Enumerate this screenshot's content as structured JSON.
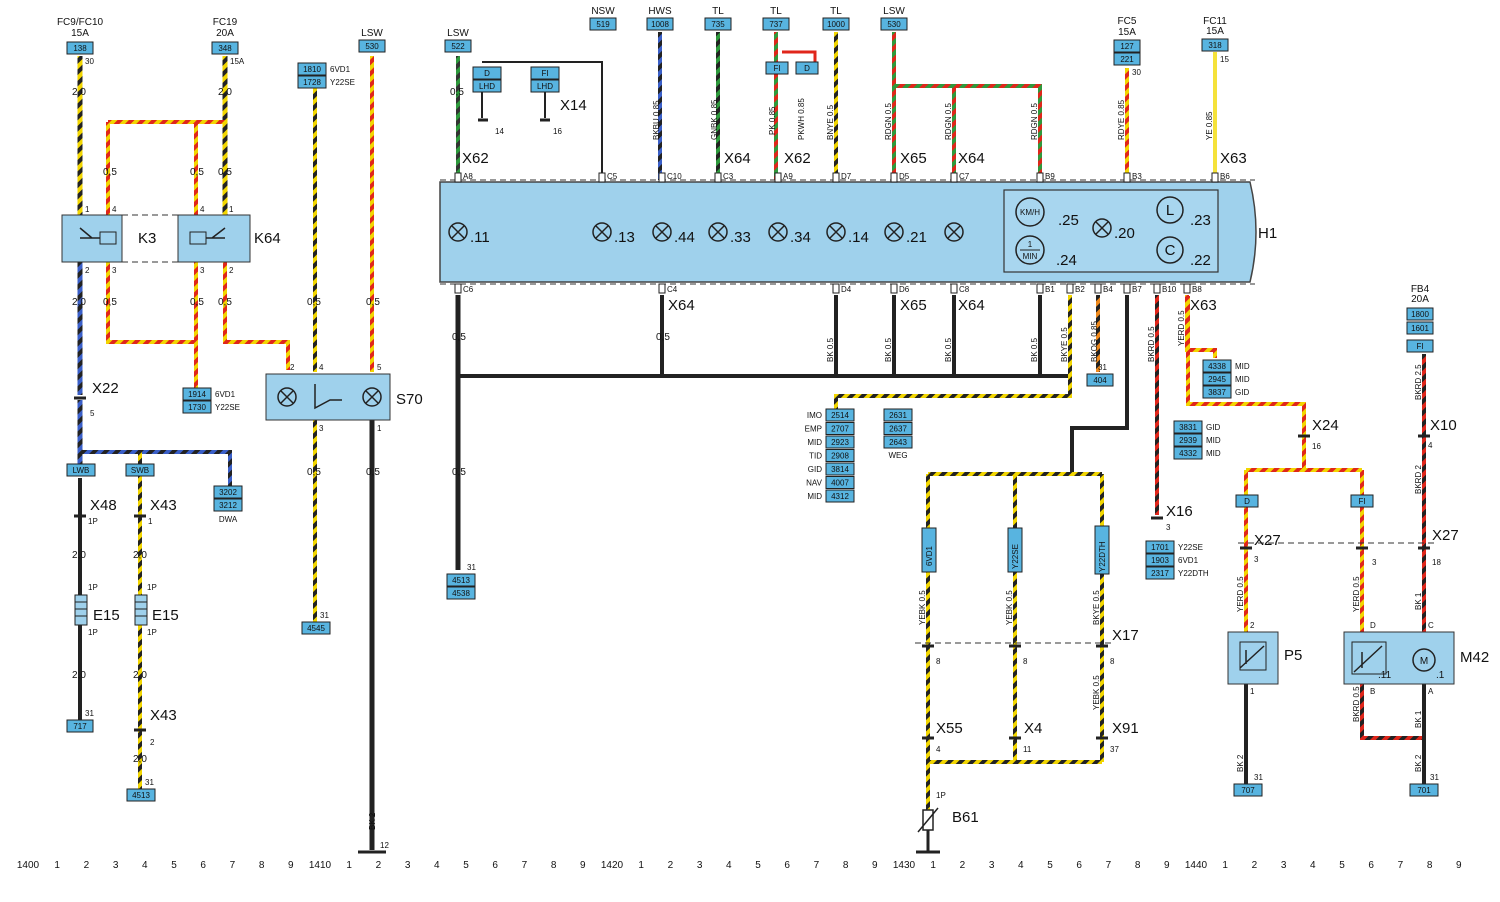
{
  "fuses": [
    {
      "name": "FC9/FC10",
      "amps": "15A",
      "ref": "138",
      "pin": "30"
    },
    {
      "name": "FC19",
      "amps": "20A",
      "ref": "348",
      "pin": "15A"
    },
    {
      "name": "FC5",
      "amps": "15A",
      "ref1": "127",
      "ref2": "221",
      "pin": "30"
    },
    {
      "name": "FC11",
      "amps": "15A",
      "ref": "318",
      "pin": "15"
    },
    {
      "name": "FB4",
      "amps": "20A",
      "ref1": "1800",
      "ref2": "1601",
      "ref3": "FI"
    }
  ],
  "top_signals": [
    {
      "name": "LSW",
      "ref": "530"
    },
    {
      "name": "LSW",
      "ref": "522"
    },
    {
      "name": "NSW",
      "ref": "519"
    },
    {
      "name": "HWS",
      "ref": "1008"
    },
    {
      "name": "TL",
      "ref": "735"
    },
    {
      "name": "TL",
      "ref": "737"
    },
    {
      "name": "TL",
      "ref": "1000"
    },
    {
      "name": "LSW",
      "ref": "530"
    }
  ],
  "relays": [
    {
      "name": "K3"
    },
    {
      "name": "K64"
    }
  ],
  "ref_boxes": {
    "b1810": "1810",
    "b1728": "1728",
    "t6vd1": "6VD1",
    "ty22se": "Y22SE",
    "b1914": "1914",
    "b1730": "1730",
    "b3202": "3202",
    "b3212": "3212",
    "dwa": "DWA",
    "b717": "717",
    "b4513": "4513",
    "b4545": "4545",
    "b4513b": "4513",
    "b4538": "4538",
    "b404": "404",
    "b707": "707",
    "b701": "701"
  },
  "x14": {
    "name": "X14",
    "d": "D",
    "fi": "FI",
    "lhd": "LHD",
    "p14": "14",
    "p16": "16"
  },
  "cluster": {
    "name": "H1",
    "bulbs": [
      ".11",
      ".13",
      ".44",
      ".33",
      ".34",
      ".14",
      ".21"
    ],
    "inner": [
      ".25",
      ".20",
      ".23",
      ".24",
      ".22"
    ],
    "kmh": "KM/H",
    "min1": "1",
    "min2": "MIN",
    "L": "L",
    "C": "C"
  },
  "connectors_top": [
    "X62",
    "X64",
    "X62",
    "X65",
    "X64",
    "X63"
  ],
  "connectors_bottom": [
    "X64",
    "X65",
    "X64",
    "X63"
  ],
  "pins_top": [
    "A8",
    "C5",
    "C10",
    "C3",
    "A9",
    "D7",
    "D5",
    "C7",
    "B9",
    "B3",
    "B6"
  ],
  "pins_bottom": [
    "C6",
    "C4",
    "D4",
    "D6",
    "C8",
    "B1",
    "B2",
    "B4",
    "B7",
    "B10",
    "B8"
  ],
  "wire_colors": [
    "BKBU 0.85",
    "GNBK 0.85",
    "PK 0.85",
    "PKWH 0.85",
    "BNYE 0.5",
    "RDGN 0.5",
    "RDGN 0.5",
    "RDGN 0.5",
    "RDYE 0.85",
    "YE 0.85",
    "BK 0.5",
    "BK 0.5",
    "BK 0.5",
    "BK 0.5",
    "BKYE 0.5",
    "BKOG 0.85",
    "BKRD 0.5",
    "YERD 0.5",
    "BKRD 2.5",
    "BKRD 2",
    "YEBK 0.5",
    "YEBK 0.5",
    "BKYE 0.5",
    "YEBK 0.5",
    "YERD 0.5",
    "YERD 0.5",
    "BKRD 0.5",
    "BK 1",
    "BK 1",
    "BK 2",
    "BK 2",
    "BK 2",
    "BK 2"
  ],
  "imo_list": {
    "labels": [
      "IMO",
      "EMP",
      "MID",
      "TID",
      "GID",
      "NAV",
      "MID"
    ],
    "refs": [
      "2514",
      "2707",
      "2923",
      "2908",
      "3814",
      "4007",
      "4312"
    ],
    "weg_refs": [
      "2631",
      "2637",
      "2643"
    ],
    "weg": "WEG"
  },
  "mid_list": {
    "refs": [
      "4338",
      "2945",
      "3837"
    ],
    "labels": [
      "MID",
      "MID",
      "GID"
    ]
  },
  "gid_list": {
    "refs": [
      "3831",
      "2939",
      "4332"
    ],
    "labels": [
      "GID",
      "MID",
      "MID"
    ]
  },
  "x16_list": {
    "refs": [
      "1701",
      "1903",
      "2317"
    ],
    "labels": [
      "Y22SE",
      "6VD1",
      "Y22DTH"
    ]
  },
  "variants": [
    "6VD1",
    "Y22SE",
    "Y22DTH"
  ],
  "components": {
    "x22": "X22",
    "x48": "X48",
    "x43": "X43",
    "x43b": "X43",
    "e15": "E15",
    "e15b": "E15",
    "lwb": "LWB",
    "swb": "SWB",
    "s70": "S70",
    "x17": "X17",
    "x55": "X55",
    "x4": "X4",
    "x91": "X91",
    "b61": "B61",
    "x16": "X16",
    "x24": "X24",
    "x27": "X27",
    "x27b": "X27",
    "x10": "X10",
    "p5": "P5",
    "m42": "M42",
    "d": "D",
    "fi": "FI",
    "m": "M"
  },
  "gauges": {
    "v20": "2,0",
    "v05": "0,5",
    "p1P": "1P"
  },
  "grid": [
    "1400",
    "1",
    "2",
    "3",
    "4",
    "5",
    "6",
    "7",
    "8",
    "9",
    "1410",
    "1",
    "2",
    "3",
    "4",
    "5",
    "6",
    "7",
    "8",
    "9",
    "1420",
    "1",
    "2",
    "3",
    "4",
    "5",
    "6",
    "7",
    "8",
    "9",
    "1430",
    "1",
    "2",
    "3",
    "4",
    "5",
    "6",
    "7",
    "8",
    "9",
    "1440",
    "1",
    "2",
    "3",
    "4",
    "5",
    "6",
    "7",
    "8",
    "9"
  ]
}
